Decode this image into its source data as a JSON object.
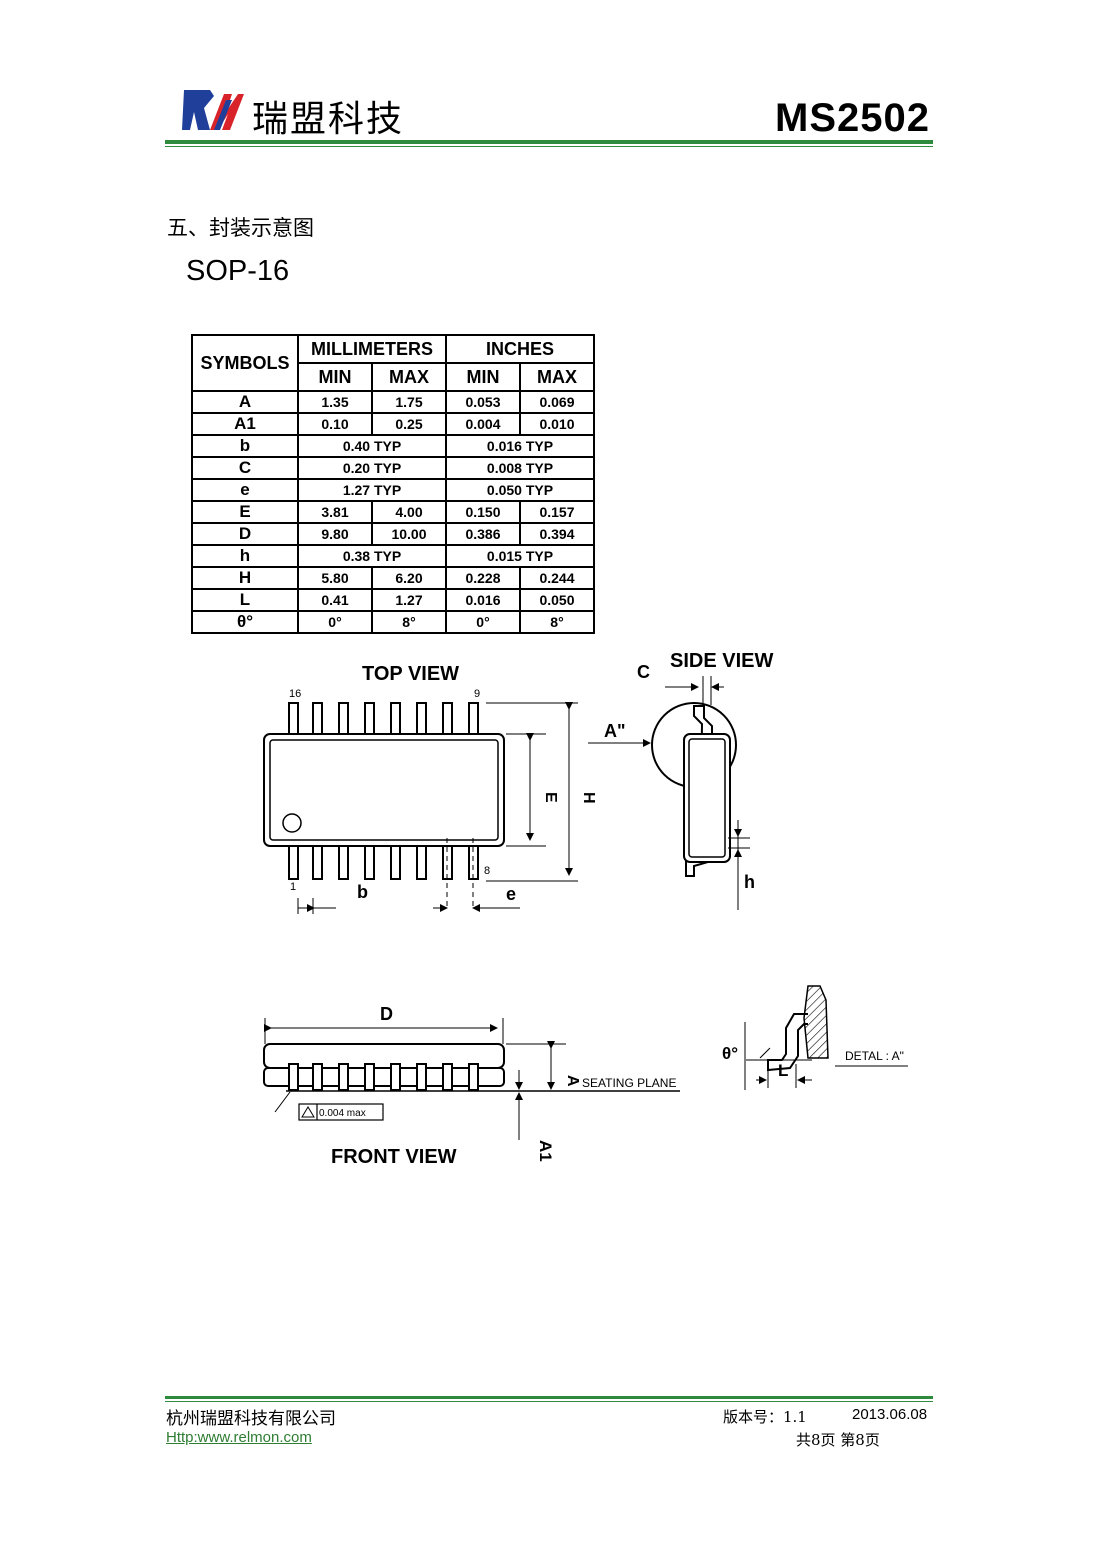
{
  "header": {
    "logo_mark": "RM",
    "company_cn": "瑞盟科技",
    "model": "MS2502",
    "accent_color": "#2e8b3e",
    "logo_color": "#1f3f9a",
    "logo_accent_color": "#d8232a"
  },
  "section_title": "五、封装示意图",
  "package_name": "SOP-16",
  "dimension_table": {
    "headers": {
      "symbols": "SYMBOLS",
      "millimeters": "MILLIMETERS",
      "inches": "INCHES",
      "min": "MIN",
      "max": "MAX"
    },
    "rows": [
      {
        "symbol": "A",
        "mm_min": "1.35",
        "mm_max": "1.75",
        "in_min": "0.053",
        "in_max": "0.069"
      },
      {
        "symbol": "A1",
        "mm_min": "0.10",
        "mm_max": "0.25",
        "in_min": "0.004",
        "in_max": "0.010"
      },
      {
        "symbol": "b",
        "mm_typ": "0.40 TYP",
        "in_typ": "0.016 TYP"
      },
      {
        "symbol": "C",
        "mm_typ": "0.20 TYP",
        "in_typ": "0.008 TYP"
      },
      {
        "symbol": "e",
        "mm_typ": "1.27 TYP",
        "in_typ": "0.050 TYP"
      },
      {
        "symbol": "E",
        "mm_min": "3.81",
        "mm_max": "4.00",
        "in_min": "0.150",
        "in_max": "0.157"
      },
      {
        "symbol": "D",
        "mm_min": "9.80",
        "mm_max": "10.00",
        "in_min": "0.386",
        "in_max": "0.394"
      },
      {
        "symbol": "h",
        "mm_typ": "0.38 TYP",
        "in_typ": "0.015 TYP"
      },
      {
        "symbol": "H",
        "mm_min": "5.80",
        "mm_max": "6.20",
        "in_min": "0.228",
        "in_max": "0.244"
      },
      {
        "symbol": "L",
        "mm_min": "0.41",
        "mm_max": "1.27",
        "in_min": "0.016",
        "in_max": "0.050"
      },
      {
        "symbol": "θ°",
        "mm_min": "0°",
        "mm_max": "8°",
        "in_min": "0°",
        "in_max": "8°"
      }
    ]
  },
  "drawings": {
    "top_view": {
      "title": "TOP VIEW",
      "pin_16": "16",
      "pin_9": "9",
      "pin_1": "1",
      "pin_8": "8",
      "label_b": "b",
      "label_e": "e",
      "label_E": "E",
      "label_H": "H"
    },
    "side_view": {
      "title": "SIDE VIEW",
      "label_C": "C",
      "label_A_detail": "A\"",
      "label_h": "h"
    },
    "front_view": {
      "title": "FRONT VIEW",
      "label_D": "D",
      "label_A": "A",
      "label_A1": "A1",
      "seating_plane": "SEATING PLANE",
      "flatness": "0.004 max"
    },
    "detail": {
      "label_theta": "θ°",
      "label_L": "L",
      "detail_label": "DETAL : A\""
    }
  },
  "footer": {
    "company": "杭州瑞盟科技有限公司",
    "url": "Http:www.relmon.com",
    "version": "版本号：1.1",
    "date": "2013.06.08",
    "pages": "共8页 第8页"
  }
}
